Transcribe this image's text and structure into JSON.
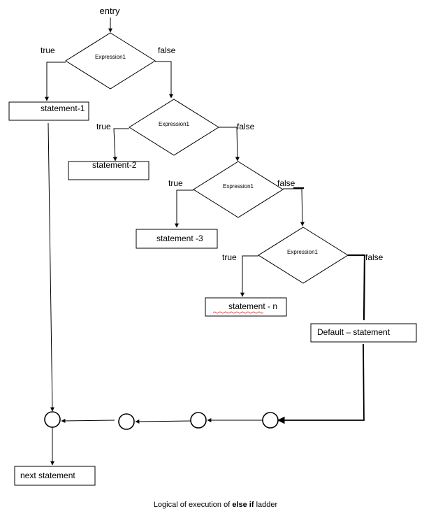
{
  "entry": "entry",
  "branch": {
    "true": "true",
    "false": "false"
  },
  "decisions": [
    "Expression1",
    "Expression1",
    "Expression1",
    "Expression1"
  ],
  "statements": [
    "statement-1",
    "statement-2",
    "statement -3",
    "statement - n"
  ],
  "default_statement": "Default – statement",
  "next_statement": "next statement",
  "caption": {
    "prefix": "Logical of execution of ",
    "emphasis": "else if",
    "suffix": " ladder"
  },
  "colors": {
    "stroke": "#000000",
    "spellcheck_underline": "#ff0000"
  }
}
